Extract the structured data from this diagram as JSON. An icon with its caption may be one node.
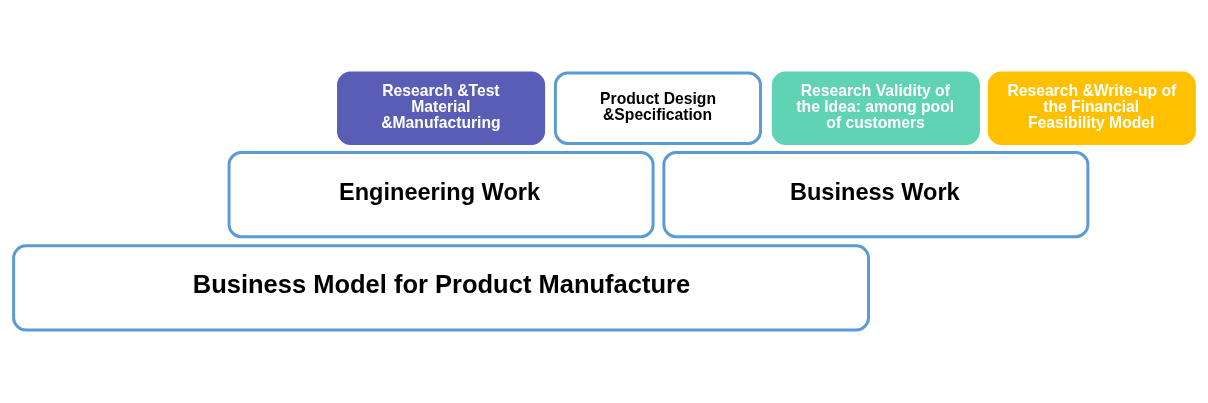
{
  "diagram": {
    "nodes": [
      {
        "text": [
          "Research &Test Material &Manufacturing"
        ]
      },
      {
        "text": [
          "Product Design &Specification"
        ]
      },
      {
        "text": [
          "Research Validity of the Idea: among pool of customers"
        ]
      },
      {
        "text": [
          "Research &Write-up of the Financial Feasibility Model"
        ]
      },
      {
        "text": [
          "Engineering Work"
        ]
      },
      {
        "text": [
          "Business Work"
        ]
      },
      {
        "text": [
          "Business Model for Product Manufacture"
        ]
      }
    ],
    "edges": []
  }
}
